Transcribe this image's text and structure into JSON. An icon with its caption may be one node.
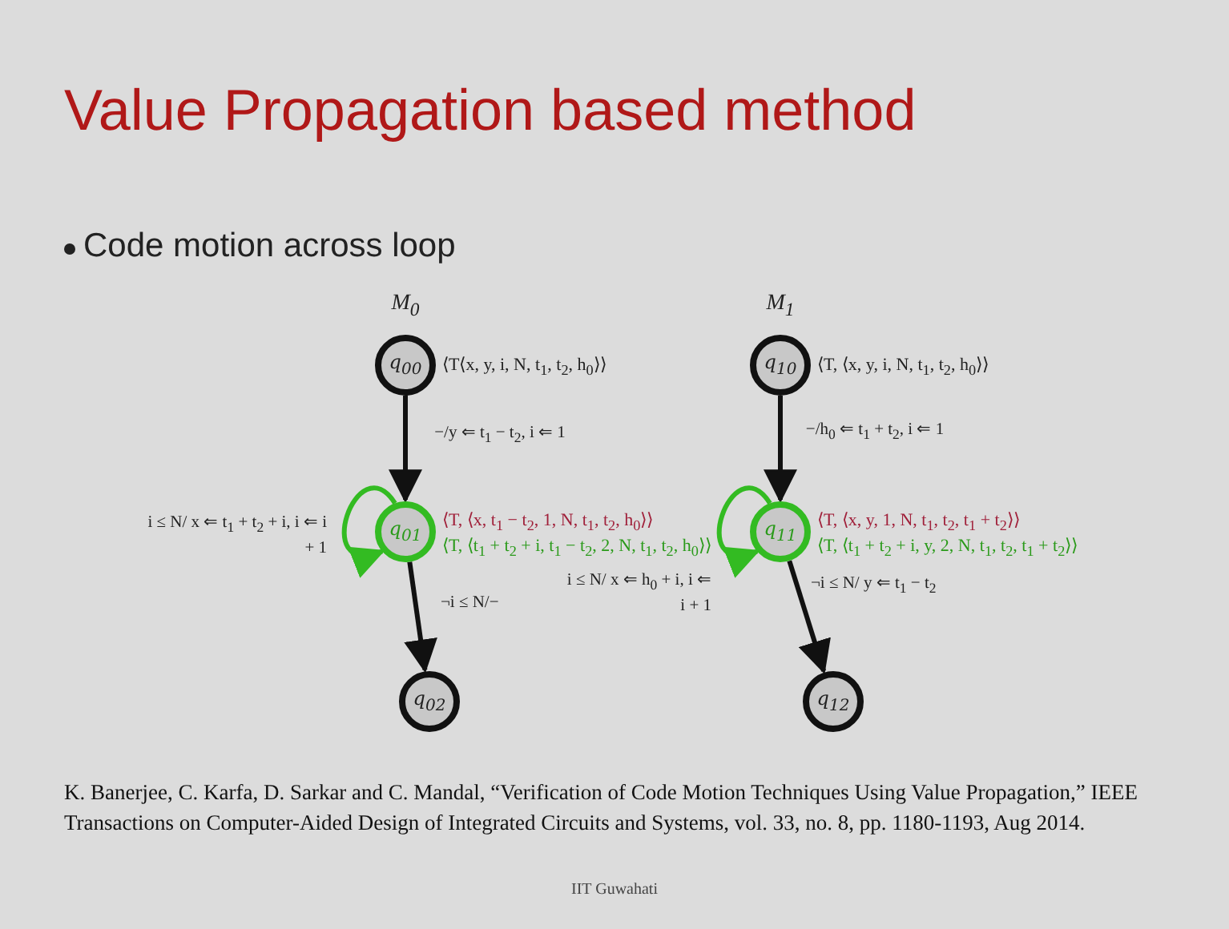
{
  "diagram": {
    "title": "Value Propagation based method",
    "nodes": [
      {
        "text": [
          "q$_{00}$"
        ],
        "beside": [
          "M$_{0}$",
          "⟨T⟨x, y, i, N, t$_{1}$, t$_{2}$, h$_{0}$⟩⟩"
        ]
      },
      {
        "text": [
          "q$_{01}$"
        ],
        "beside": [
          "⟨T, ⟨x, t$_{1}$ − t$_{2}$, 1, N, t$_{1}$, t$_{2}$, h$_{0}$⟩⟩",
          "⟨T, ⟨t$_{1}$ + t$_{2}$ + i, t$_{1}$ − t$_{2}$, 2, N, t$_{1}$, t$_{2}$, h$_{0}$⟩⟩"
        ]
      },
      {
        "text": [
          "q$_{02}$"
        ]
      },
      {
        "text": [
          "q$_{10}$"
        ],
        "beside": [
          "M$_{1}$",
          "⟨T, ⟨x, y, i, N, t$_{1}$, t$_{2}$, h$_{0}$⟩⟩"
        ]
      },
      {
        "text": [
          "q$_{11}$"
        ],
        "beside": [
          "⟨T, ⟨x, y, 1, N, t$_{1}$, t$_{2}$, t$_{1}$ + t$_{2}$⟩⟩",
          "⟨T, ⟨t$_{1}$ + t$_{2}$ + i, y, 2, N, t$_{1}$, t$_{2}$, t$_{1}$ + t$_{2}$⟩⟩"
        ]
      },
      {
        "text": [
          "q$_{12}$"
        ]
      }
    ],
    "edges": [
      {
        "from": 0,
        "to": 1,
        "arrow": "to",
        "label": "−/y ⇐ t$_{1}$ − t$_{2}$, i ⇐ 1"
      },
      {
        "from": 1,
        "to": 1,
        "arrow": "to",
        "label": "i ≤ N/ x ⇐ t$_{1}$ + t$_{2}$ + i, i ⇐ i + 1",
        "color": "#33bb22"
      },
      {
        "from": 1,
        "to": 2,
        "arrow": "to",
        "label": "¬i ≤ N/−"
      },
      {
        "from": 3,
        "to": 4,
        "arrow": "to",
        "label": "−/h$_{0}$ ⇐ t$_{1}$ + t$_{2}$, i ⇐ 1"
      },
      {
        "from": 4,
        "to": 4,
        "arrow": "to",
        "label": "i ≤ N/ x ⇐ h$_{0}$ + i, i ⇐ i + 1",
        "color": "#33bb22"
      },
      {
        "from": 4,
        "to": 5,
        "arrow": "to",
        "label": "¬i ≤ N/ y ⇐ t$_{1}$ − t$_{2}$"
      }
    ],
    "labels": [
      "Code motion across loop",
      "K. Banerjee, C. Karfa, D. Sarkar and C. Mandal, “Verification of Code Motion Techniques Using Value Propagation,” IEEE Transactions on Computer-Aided Design of Integrated Circuits and Systems, vol. 33, no. 8, pp. 1180-1193, Aug 2014.",
      "IIT Guwahati"
    ]
  }
}
